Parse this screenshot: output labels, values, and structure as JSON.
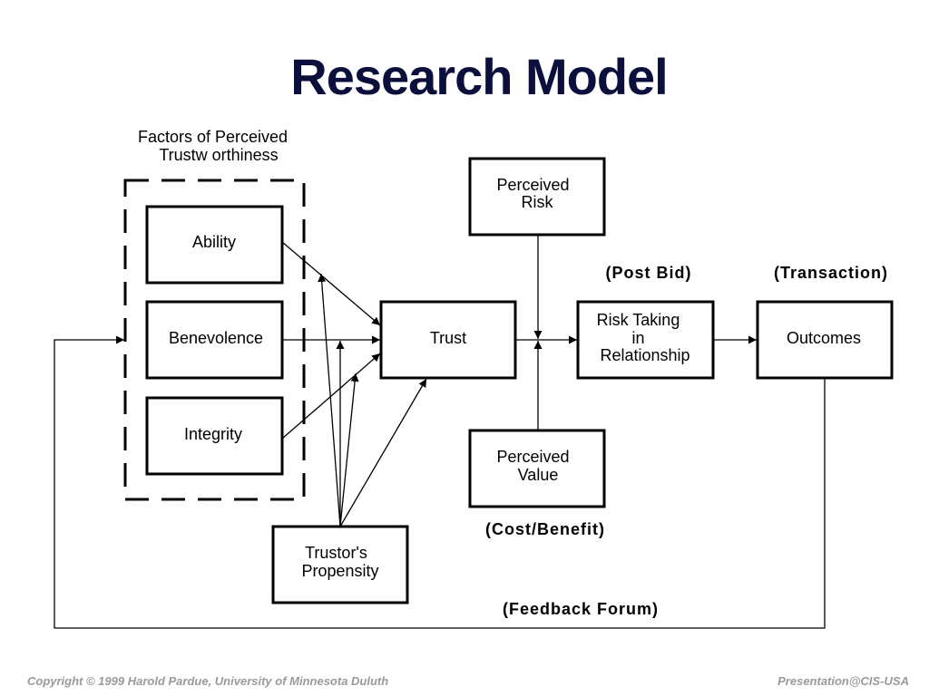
{
  "title": "Research Model",
  "group_label": [
    "Factors of Perceived",
    "Trustw orthiness"
  ],
  "nodes": {
    "ability": "Ability",
    "benevolence": "Benevolence",
    "integrity": "Integrity",
    "trust": "Trust",
    "perceived_risk": [
      "Perceived",
      "Risk"
    ],
    "perceived_value": [
      "Perceived",
      "Value"
    ],
    "risk_taking": [
      "Risk Taking",
      "in",
      "Relationship"
    ],
    "outcomes": "Outcomes",
    "propensity": [
      "Trustor's",
      "Propensity"
    ]
  },
  "annotations": {
    "post_bid": "(Post Bid)",
    "transaction": "(Transaction)",
    "cost_benefit": "(Cost/Benefit)",
    "feedback_forum": "(Feedback Forum)"
  },
  "footer": {
    "copyright": "Copyright  © 1999  Harold Pardue, University of Minnesota Duluth",
    "presentation": "Presentation@CIS-USA"
  },
  "colors": {
    "title": "#0a0f3c",
    "footer": "#9a9a9a",
    "stroke": "#000000"
  }
}
